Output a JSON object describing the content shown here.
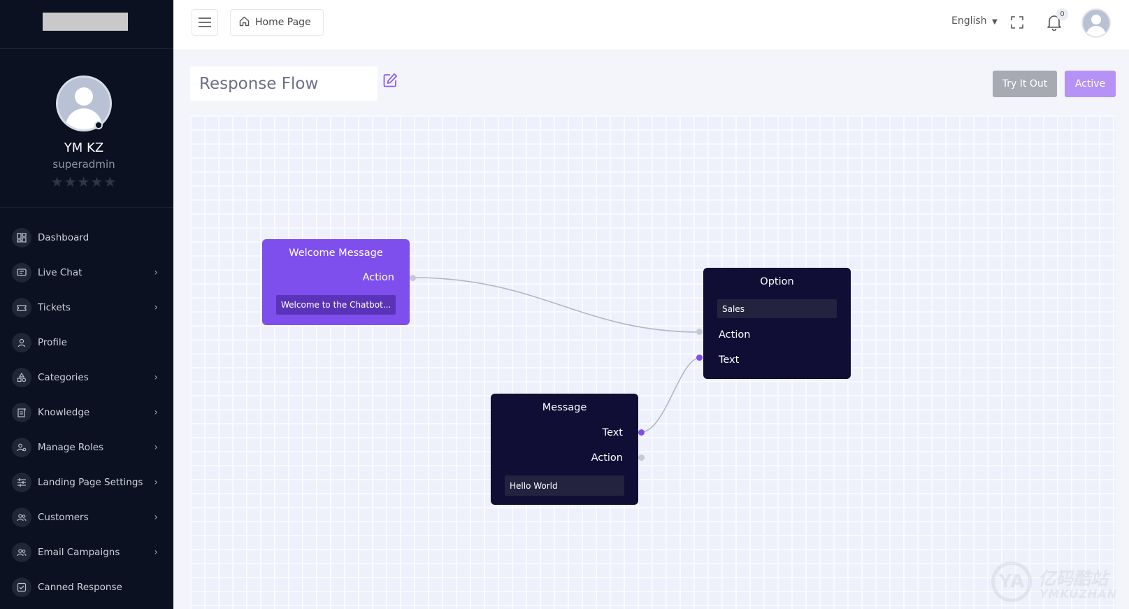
{
  "sidebar": {
    "user": {
      "name": "YM KZ",
      "role": "superadmin",
      "rating_stars": "★★★★★"
    },
    "items": [
      {
        "label": "Dashboard",
        "icon": "dashboard-icon",
        "has_children": false
      },
      {
        "label": "Live Chat",
        "icon": "chat-icon",
        "has_children": true
      },
      {
        "label": "Tickets",
        "icon": "ticket-icon",
        "has_children": true
      },
      {
        "label": "Profile",
        "icon": "user-icon",
        "has_children": false
      },
      {
        "label": "Categories",
        "icon": "shapes-icon",
        "has_children": true
      },
      {
        "label": "Knowledge",
        "icon": "knowledge-icon",
        "has_children": true
      },
      {
        "label": "Manage Roles",
        "icon": "roles-icon",
        "has_children": true
      },
      {
        "label": "Landing Page Settings",
        "icon": "sliders-icon",
        "has_children": true
      },
      {
        "label": "Customers",
        "icon": "customers-icon",
        "has_children": true
      },
      {
        "label": "Email Campaigns",
        "icon": "campaign-icon",
        "has_children": true
      },
      {
        "label": "Canned Response",
        "icon": "canned-icon",
        "has_children": false
      }
    ]
  },
  "topbar": {
    "home_label": "Home Page",
    "language": "English",
    "notifications_count": "0"
  },
  "page": {
    "flow_title": "Response Flow",
    "try_label": "Try It Out",
    "active_label": "Active"
  },
  "flow": {
    "welcome": {
      "title": "Welcome Message",
      "action": "Action",
      "field": "Welcome to the Chatbot..."
    },
    "option": {
      "title": "Option",
      "field": "Sales",
      "action": "Action",
      "text": "Text"
    },
    "message": {
      "title": "Message",
      "text": "Text",
      "action": "Action",
      "field": "Hello World"
    }
  },
  "watermark": {
    "cn": "亿码酷站",
    "en": "YMKUZHAN"
  },
  "colors": {
    "accent": "#7f4fee",
    "node_dark": "#100e35",
    "sidebar": "#0b1120",
    "active_button": "#b692f6"
  }
}
